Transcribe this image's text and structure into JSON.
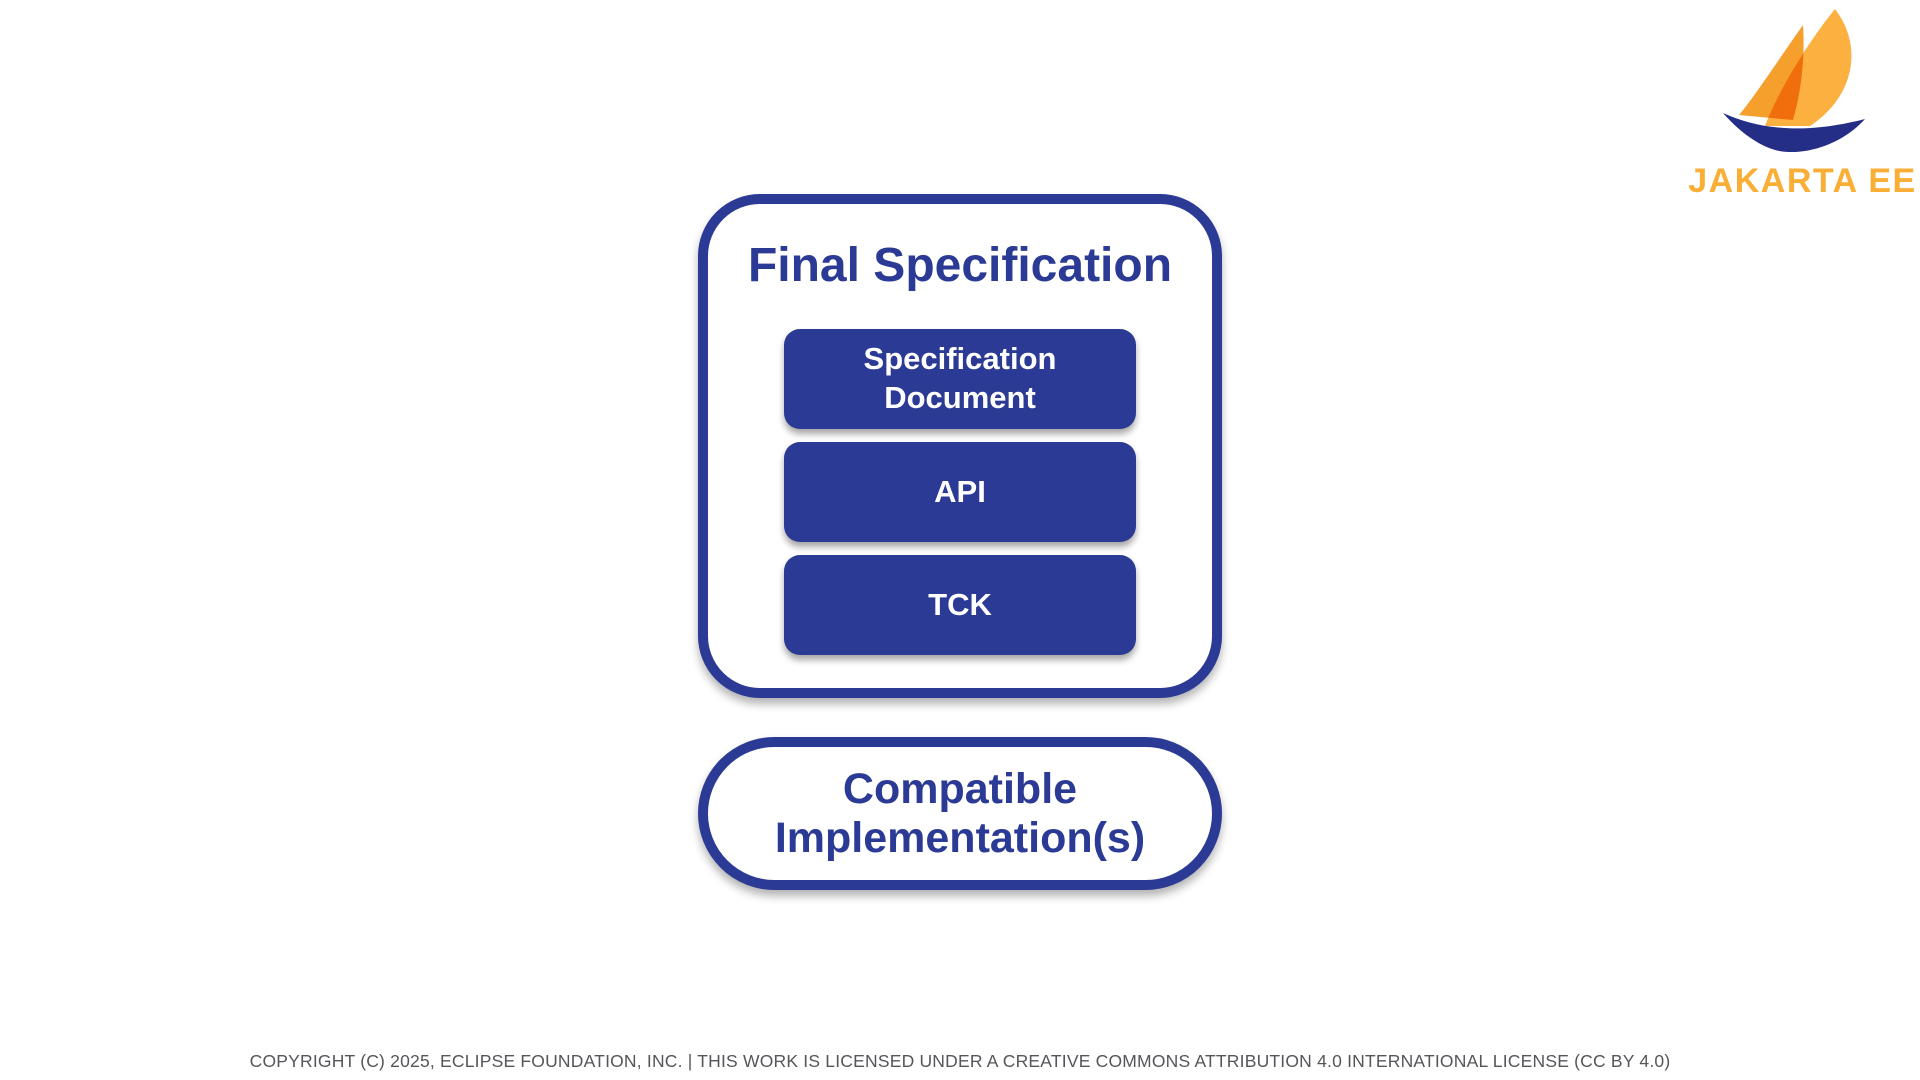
{
  "logo": {
    "wordmark": "JAKARTA EE",
    "colors": {
      "sail_light": "#FBB040",
      "sail_overlap": "#F5A02D",
      "hull": "#252E87",
      "wordmark": "#F9AE35"
    }
  },
  "diagram": {
    "accent_color": "#2B3A94",
    "final_spec": {
      "title": "Final Specification",
      "items": [
        {
          "label": "Specification\nDocument"
        },
        {
          "label": "API"
        },
        {
          "label": "TCK"
        }
      ]
    },
    "compatible": {
      "label": "Compatible\nImplementation(s)"
    }
  },
  "footer": {
    "text": "COPYRIGHT (C) 2025, ECLIPSE FOUNDATION, INC. | THIS WORK IS LICENSED UNDER A CREATIVE COMMONS ATTRIBUTION 4.0 INTERNATIONAL LICENSE (CC BY 4.0)"
  }
}
